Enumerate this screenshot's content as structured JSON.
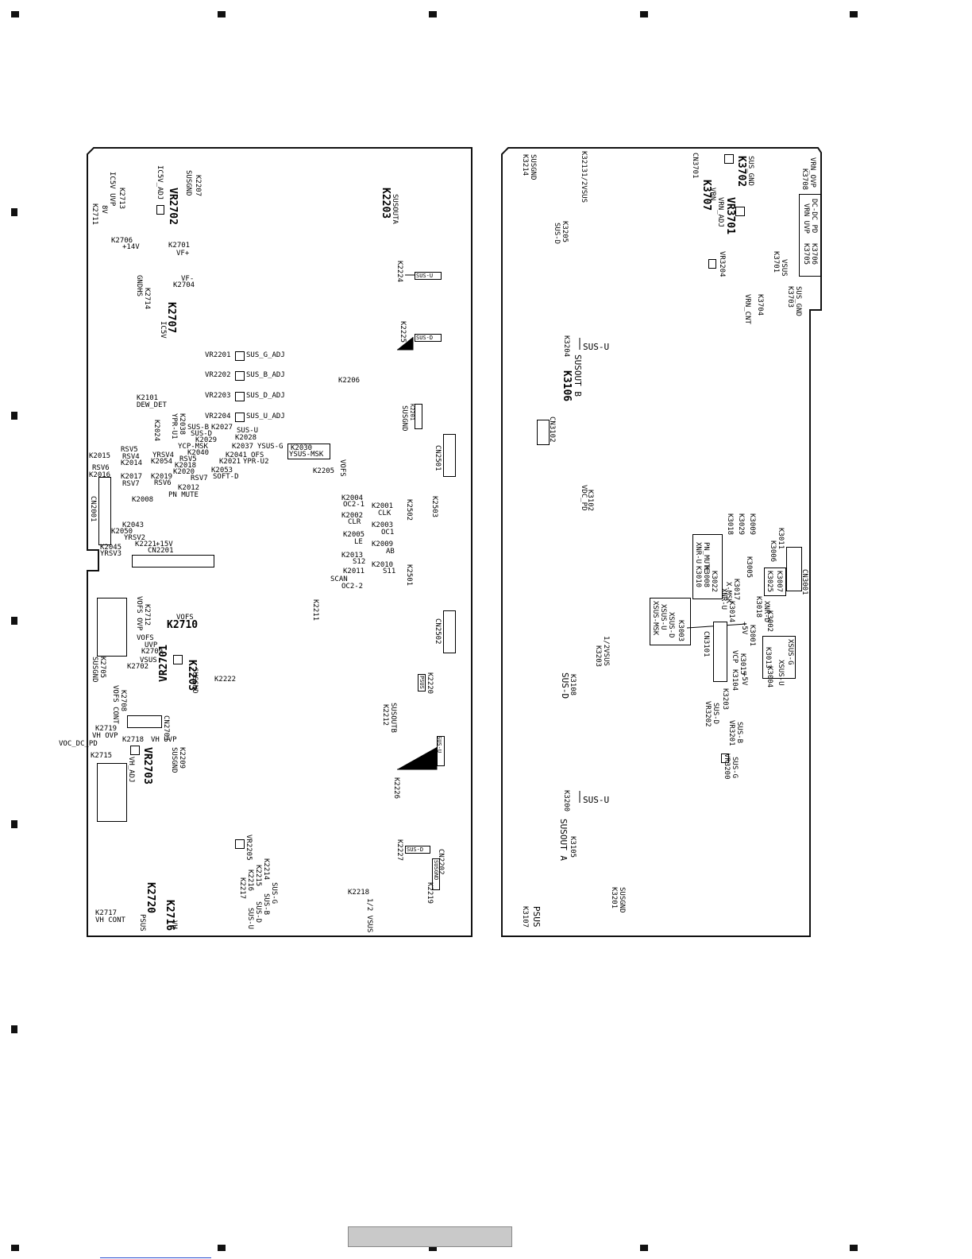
{
  "boards": {
    "left": {
      "labels": [
        "IC5V UVP",
        "K2713",
        "8V",
        "K2711",
        "IC5V_ADJ",
        "VR2702",
        "SUSGND",
        "K2207",
        "K2203",
        "SUSOUTA",
        "K2706",
        "+14V",
        "K2701",
        "VF+",
        "VF-",
        "K2704",
        "GNDHS",
        "K2714",
        "K2707",
        "IC5V",
        "K2224",
        "SUS-U",
        "K2225",
        "SUS-D",
        "VR2201",
        "SUS_G_ADJ",
        "VR2202",
        "SUS_B_ADJ",
        "VR2203",
        "SUS_D_ADJ",
        "VR2204",
        "SUS_U_ADJ",
        "K2206",
        "K2101",
        "DEW_DET",
        "K2201",
        "SUSGND",
        "K2024",
        "YPR-U1",
        "K2038",
        "SUS-B",
        "K2027",
        "SUS-D",
        "SUS-U",
        "K2029",
        "K2028",
        "YCP-MSK",
        "K2037",
        "YSUS-G",
        "K2030",
        "YSUS-MSK",
        "K2040",
        "K2041",
        "OFS",
        "K2021",
        "YPR-U2",
        "RSV5",
        "K2015",
        "RSV4",
        "K2014",
        "YRSV4",
        "K2054",
        "RSV5",
        "RSV6",
        "K2018",
        "K2053",
        "SOFT-D",
        "K2016",
        "K2017",
        "RSV7",
        "K2019",
        "K2020",
        "RSV7",
        "RSV6",
        "K2012",
        "PN MUTE",
        "K2205",
        "VOFS",
        "CN2501",
        "K2008",
        "CN2001",
        "K2004",
        "OC2-1",
        "K2001",
        "CLK",
        "K2502",
        "K2503",
        "K2002",
        "CLR",
        "K2003",
        "OC1",
        "K2043",
        "K2050",
        "YRSV2",
        "K2005",
        "LE",
        "K2009",
        "AB",
        "K2221",
        "+15V",
        "K2045",
        "YRSV3",
        "CN2201",
        "K2013",
        "S12",
        "K2010",
        "S11",
        "K2011",
        "SCAN",
        "OC2-2",
        "K2501",
        "K2211",
        "CN2502",
        "K2712",
        "VOFS OVP",
        "VOFS",
        "K2710",
        "VOFS",
        "UVP",
        "K2709",
        "VSUS",
        "K2705",
        "SUSGND",
        "VR2701",
        "K2702",
        "K2203",
        "SUSGND",
        "K2222",
        "K2708",
        "VOFS CONT",
        "K2220",
        "PSUS",
        "SUSOUTB",
        "K2212",
        "CN2701",
        "K2719",
        "VH OVP",
        "VOC_DC_PD",
        "K2718",
        "VH UVP",
        "K2715",
        "VR2703",
        "VH_ADJ",
        "K2209",
        "SUSGND",
        "K2226",
        "SUS-U",
        "VR2205",
        "K2214",
        "SUS-G",
        "K2215",
        "SUS-B",
        "K2216",
        "SUS-D",
        "K2217",
        "SUS-U",
        "K2227",
        "SUS-D",
        "CN2202",
        "K2219",
        "SUSGND",
        "K2218",
        "1/2 VSUS",
        "K2716",
        "VH",
        "K2717",
        "VH CONT",
        "K2720",
        "PSUS"
      ]
    },
    "right": {
      "labels": [
        "K3214",
        "SUSGND",
        "K32131/2VSUS",
        "CN3701",
        "K3707",
        "VRN",
        "VR3701",
        "VRN_ADJ",
        "K3702",
        "SUS_GND",
        "VRN_OVP",
        "K3708",
        "K3705",
        "VRN UVP",
        "K3706",
        "DC-DC PD",
        "K3205",
        "SUS-D",
        "VR3204",
        "K3701",
        "VSUS",
        "K3703",
        "SUS_GND",
        "K3704",
        "VRN_CNT",
        "K3204",
        "SUS-U",
        "K3106",
        "SUSOUT B",
        "CN3102",
        "K3102",
        "VDC_PD",
        "K3018",
        "K3029",
        "K3009",
        "K3011",
        "K3006",
        "CN3001",
        "K3010",
        "XNR-U",
        "K3008",
        "PN_MUTE",
        "K3022",
        "K3005",
        "K3025",
        "K3007",
        "K3017",
        "X-MSK",
        "K3018",
        "XNR-D",
        "K3014",
        "XNR-U",
        "K3001",
        "+5V",
        "K3002",
        "XSUS-MSK",
        "XSUS-U",
        "XSUS-D",
        "K3003",
        "K3203",
        "1/2VSUS",
        "CN3101",
        "K3013",
        "XSUS-G",
        "K3015",
        "VCP",
        "K3004",
        "XSUS-U",
        "K3104",
        "+5V",
        "K3108",
        "SUS-D",
        "K3203",
        "VR3202",
        "SUS-D",
        "VR3201",
        "SUS-B",
        "VR3200",
        "SUS-G",
        "K3200",
        "SUS-U",
        "K3105",
        "SUSOUT A",
        "K3107",
        "PSUS",
        "K3201",
        "SUSGND"
      ]
    }
  }
}
